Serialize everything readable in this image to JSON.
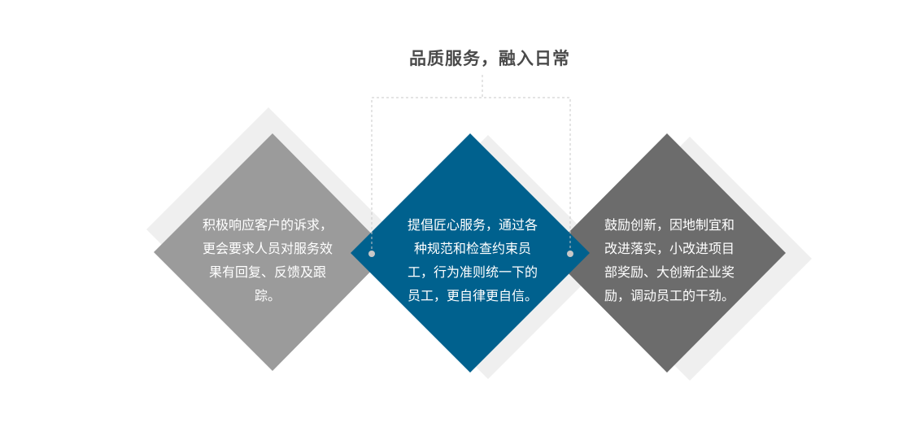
{
  "title": "品质服务，融入日常",
  "colors": {
    "left_diamond": "#9b9b9b",
    "center_diamond": "#00618e",
    "right_diamond": "#6c6c6c",
    "shadow": "#efefef",
    "connector": "#c8c8c8",
    "text": "#ffffff",
    "title": "#4a4a4a"
  },
  "items": [
    {
      "text": "积极响应客户的诉求，更会要求人员对服务效果有回复、反馈及跟踪。"
    },
    {
      "text": "提倡匠心服务，通过各种规范和检查约束员工，行为准则统一下的员工，更自律更自信。"
    },
    {
      "text": "鼓励创新，因地制宜和改进落实，小改进项目部奖励、大创新企业奖励，调动员工的干劲。"
    }
  ]
}
